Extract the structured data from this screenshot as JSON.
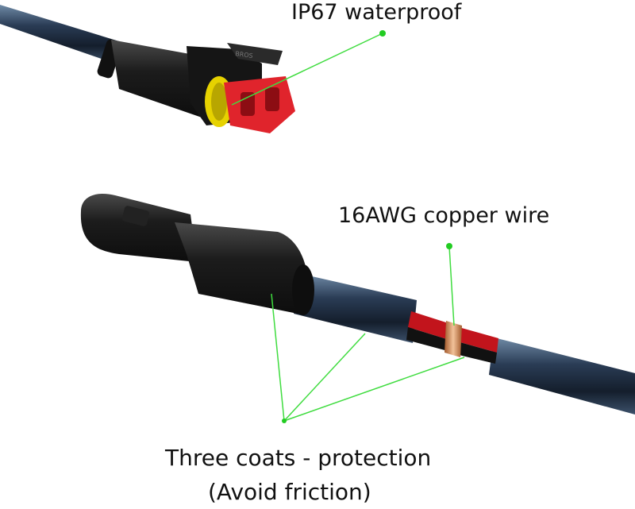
{
  "labels": {
    "waterproof": "IP67 waterproof",
    "copper": "16AWG copper wire",
    "coats": "Three coats - protection",
    "friction": "(Avoid friction)"
  },
  "connector_marking": "BROS",
  "colors": {
    "annotation_line": "#3fdc3f",
    "annotation_dot": "#22cc22",
    "cable_jacket": "#1c2a3d",
    "connector_body": "#1a1a1a",
    "seal_yellow": "#e6d200",
    "terminal_red": "#e0242c",
    "inner_red_wire": "#c2141c",
    "copper": "#d68a55"
  }
}
